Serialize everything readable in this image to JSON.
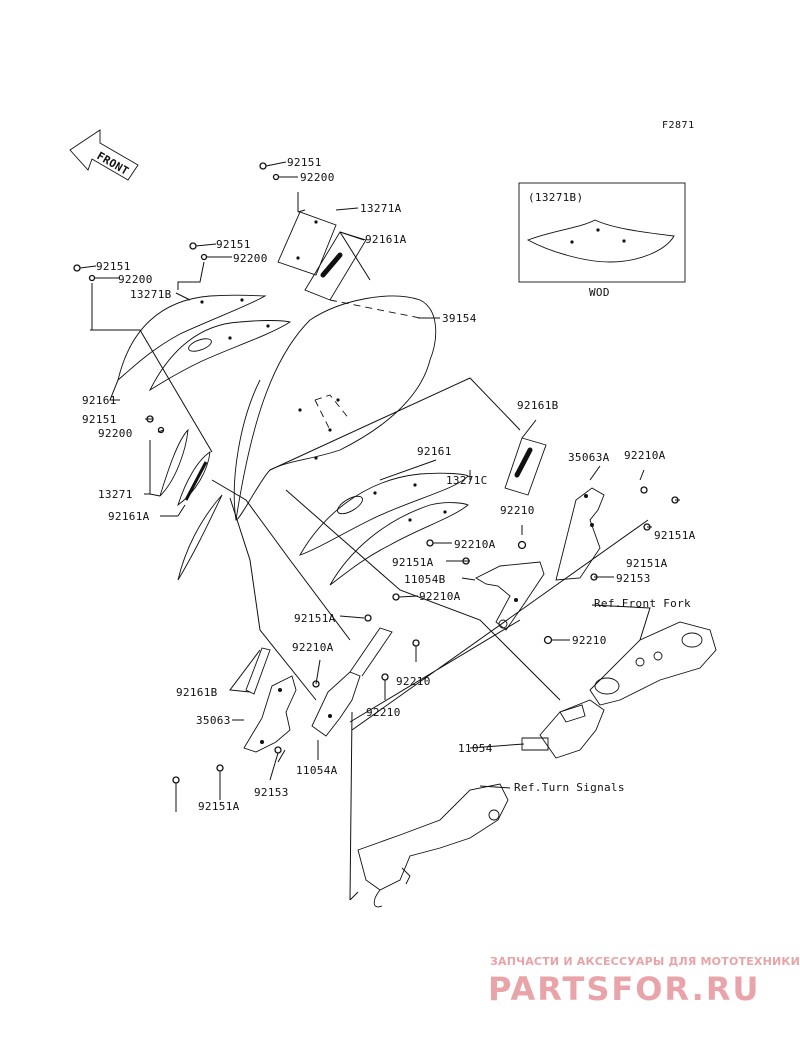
{
  "figure_code": "F2871",
  "front_label": "FRONT",
  "inset": {
    "part": "(13271B)",
    "caption": "WOD"
  },
  "callouts": {
    "c1": "92151",
    "c2": "92200",
    "c3": "13271A",
    "c4": "92161A",
    "c5": "92151",
    "c6": "92200",
    "c7": "92151",
    "c8": "92200",
    "c9": "13271B",
    "c10": "39154",
    "c11": "92161",
    "c12": "92151",
    "c13": "92200",
    "c14": "13271",
    "c15": "92161A",
    "c16": "92161B",
    "c17": "35063A",
    "c18": "92210A",
    "c19": "92161",
    "c20": "13271C",
    "c21": "92210",
    "c22": "92151A",
    "c23": "92210A",
    "c24": "92151A",
    "c25": "11054B",
    "c26": "92153",
    "c27": "92210A",
    "c28": "92151A",
    "c29": "92210",
    "c30": "Ref.Front Fork",
    "c31": "92210A",
    "c32": "92161B",
    "c33": "92210",
    "c34": "35063",
    "c35": "92210",
    "c36": "11054A",
    "c37": "11054",
    "c38": "Ref.Turn Signals",
    "c39": "92151A",
    "c40": "92153",
    "c41": "92151A"
  },
  "watermark": {
    "tagline": "ЗАПЧАСТИ И АКСЕССУАРЫ ДЛЯ МОТОТЕХНИКИ",
    "logo": "PARTSFOR.RU"
  }
}
